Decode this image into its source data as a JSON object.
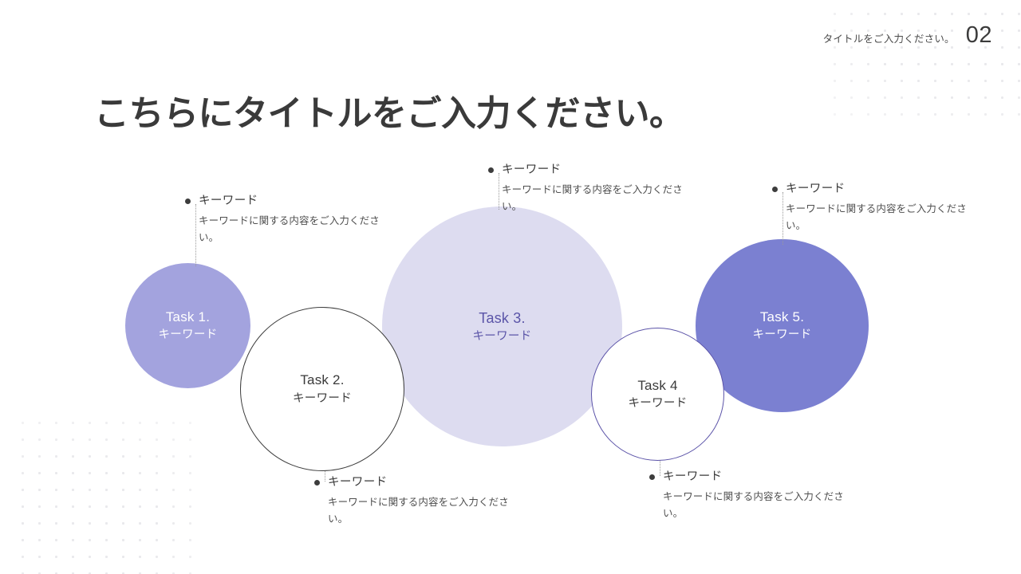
{
  "header": {
    "label": "タイトルをご入力ください。",
    "page_number": "02"
  },
  "title": "こちらにタイトルをご入力ください。",
  "circles": [
    {
      "id": "circle-1",
      "task": "Task 1.",
      "keyword": "キーワード",
      "fill": "#a3a3de",
      "text_color": "#ffffff",
      "style": "filled"
    },
    {
      "id": "circle-2",
      "task": "Task 2.",
      "keyword": "キーワード",
      "fill": "#ffffff",
      "text_color": "#3a3a3a",
      "border_color": "#3c3c3c",
      "style": "outlined"
    },
    {
      "id": "circle-3",
      "task": "Task 3.",
      "keyword": "キーワード",
      "fill": "#dddcf0",
      "text_color": "#5b55a8",
      "style": "filled"
    },
    {
      "id": "circle-4",
      "task": "Task 4",
      "keyword": "キーワード",
      "fill": "#ffffff",
      "text_color": "#3a3a3a",
      "border_color": "#5b53a8",
      "style": "outlined"
    },
    {
      "id": "circle-5",
      "task": "Task 5.",
      "keyword": "キーワード",
      "fill": "#7b80d1",
      "text_color": "#ffffff",
      "style": "filled"
    }
  ],
  "callouts": [
    {
      "id": "callout-1",
      "title": "キーワード",
      "body": "キーワードに関する内容をご入力ください。"
    },
    {
      "id": "callout-2",
      "title": "キーワード",
      "body": "キーワードに関する内容をご入力ください。"
    },
    {
      "id": "callout-3",
      "title": "キーワード",
      "body": "キーワードに関する内容をご入力ください。"
    },
    {
      "id": "callout-4",
      "title": "キーワード",
      "body": "キーワードに関する内容をご入力ください。"
    },
    {
      "id": "callout-5",
      "title": "キーワード",
      "body": "キーワードに関する内容をご入力ください。"
    }
  ],
  "decoration": {
    "dot_color": "#e9e9ec",
    "top_right_label": "dot-grid-pattern",
    "bottom_left_label": "dot-grid-pattern"
  }
}
